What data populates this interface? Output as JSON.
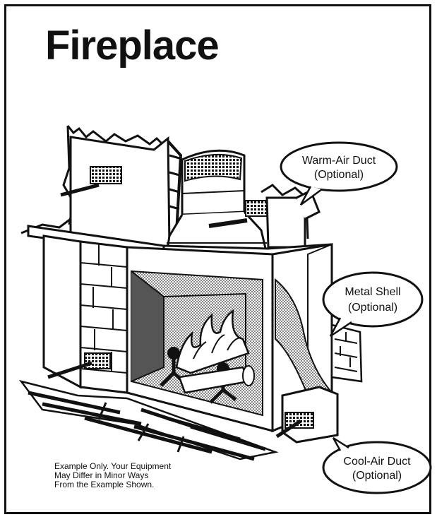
{
  "title": "Fireplace",
  "callouts": {
    "warm_air_duct": {
      "line1": "Warm-Air Duct",
      "line2": "(Optional)"
    },
    "metal_shell": {
      "line1": "Metal Shell",
      "line2": "(Optional)"
    },
    "cool_air_duct": {
      "line1": "Cool-Air Duct",
      "line2": "(Optional)"
    }
  },
  "disclaimer": {
    "line1": "Example Only. Your Equipment",
    "line2": "May Differ in Minor Ways",
    "line3": "From the Example Shown."
  },
  "colors": {
    "ink": "#111111",
    "paper": "#ffffff",
    "shade": "#8a8a8a"
  }
}
